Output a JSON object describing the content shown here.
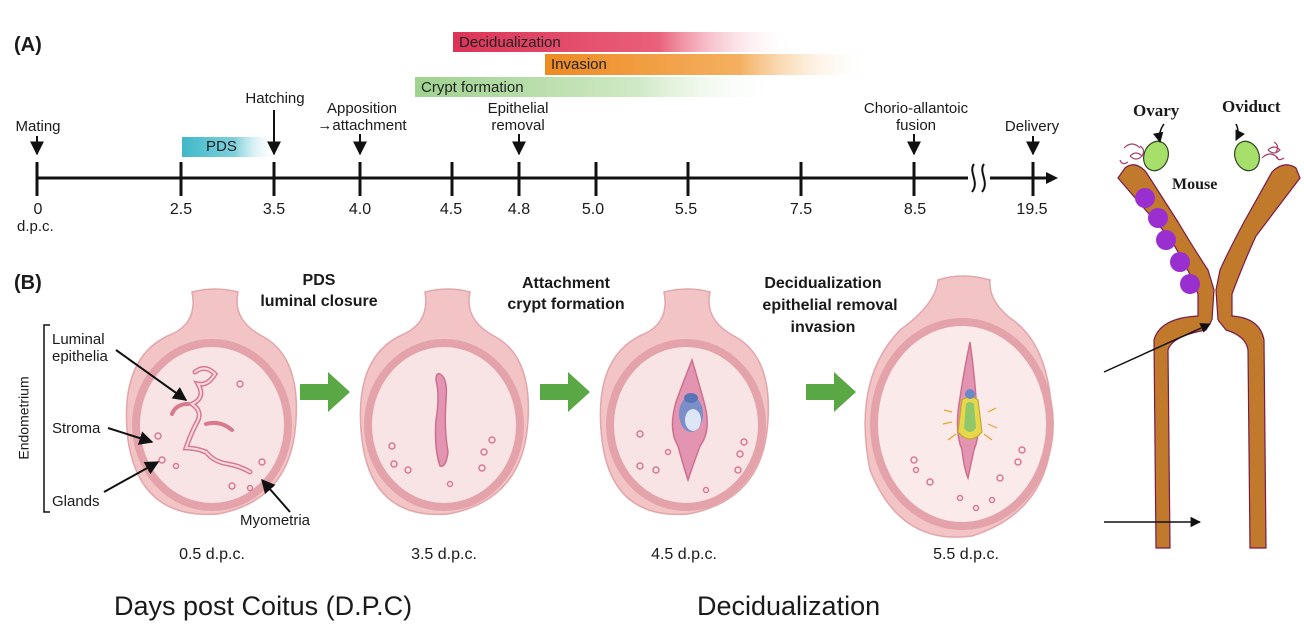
{
  "panel_a_label": "(A)",
  "panel_b_label": "(B)",
  "timeline": {
    "ticks": [
      "0",
      "2.5",
      "3.5",
      "4.0",
      "4.5",
      "4.8",
      "5.0",
      "5.5",
      "7.5",
      "8.5",
      "19.5"
    ],
    "unit": "d.p.c.",
    "events": {
      "mating": "Mating",
      "hatching": "Hatching",
      "apposition": "Apposition",
      "attachment": "→attachment",
      "epithelial_1": "Epithelial",
      "epithelial_2": "removal",
      "chorio_1": "Chorio-allantoic",
      "chorio_2": "fusion",
      "delivery": "Delivery"
    },
    "bars": {
      "pds": "PDS",
      "decidualization": "Decidualization",
      "invasion": "Invasion",
      "crypt": "Crypt formation"
    }
  },
  "stages": {
    "s1_title_1": "PDS",
    "s1_title_2": "luminal closure",
    "s2_title_1": "Attachment",
    "s2_title_2": "crypt formation",
    "s3_title_1": "Decidualization",
    "s3_title_2": "epithelial removal",
    "s3_title_3": "invasion",
    "dpc": [
      "0.5 d.p.c.",
      "3.5 d.p.c.",
      "4.5 d.p.c.",
      "5.5 d.p.c."
    ]
  },
  "anatomy": {
    "endometrium": "Endometrium",
    "luminal_1": "Luminal",
    "luminal_2": "epithelia",
    "stroma": "Stroma",
    "glands": "Glands",
    "myometria": "Myometria"
  },
  "uterus": {
    "ovary": "Ovary",
    "oviduct": "Oviduct",
    "mouse": "Mouse"
  },
  "footer": {
    "left": "Days post Coitus (D.P.C)",
    "right": "Decidualization"
  },
  "colors": {
    "pds_bar": "#4bbfcf",
    "decidualization_bar": "#e03a5a",
    "invasion_bar": "#f0922b",
    "crypt_bar": "#a8d59c",
    "arrow_green": "#5aa845",
    "tissue_pink": "#e8a0a8",
    "uterine_horn": "#c17a2c",
    "embryo_purple": "#9a2fd0"
  }
}
